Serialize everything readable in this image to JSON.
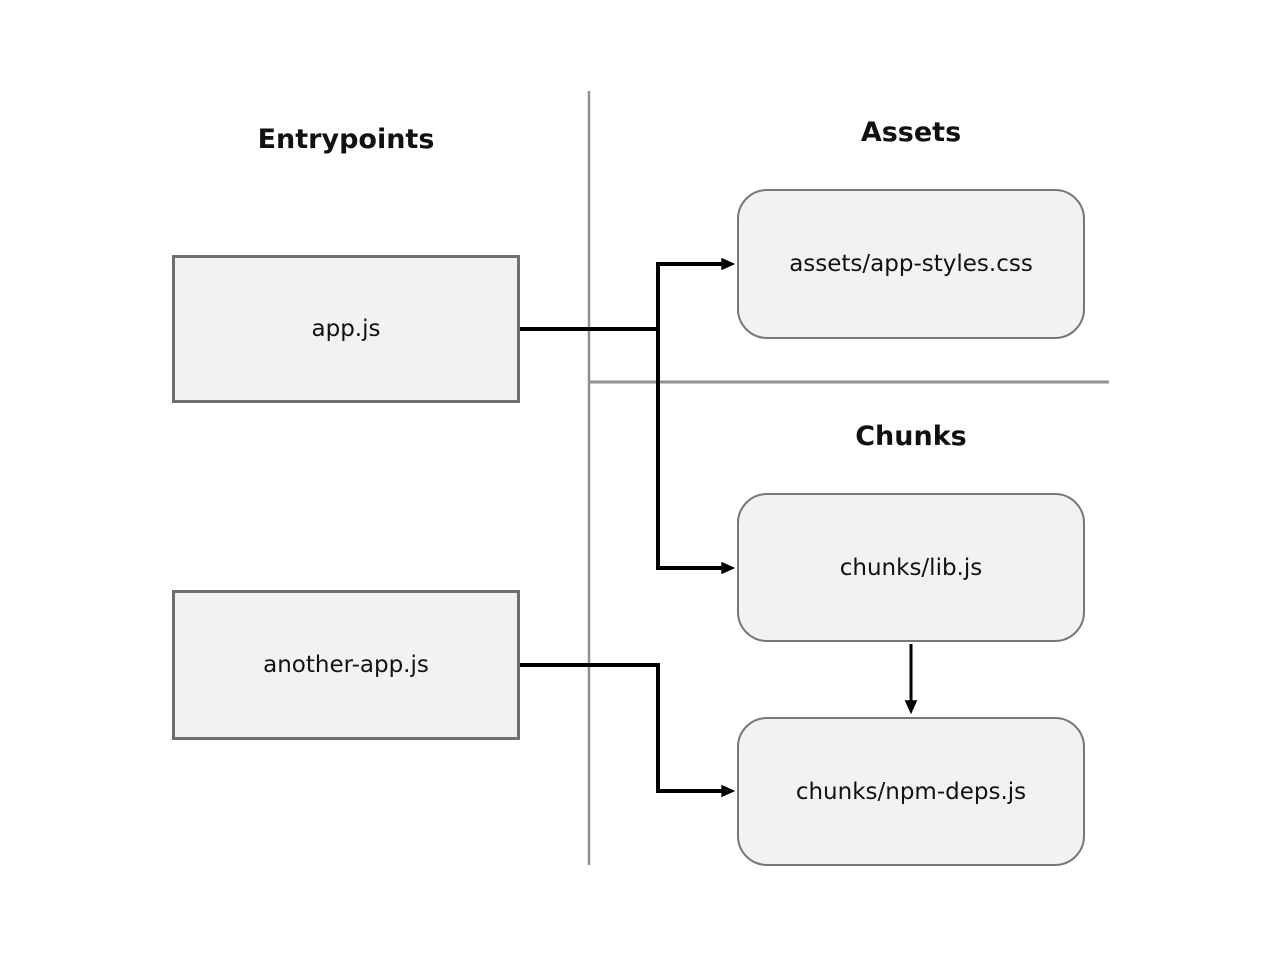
{
  "diagram": {
    "sections": {
      "entrypoints": {
        "title": "Entrypoints"
      },
      "assets": {
        "title": "Assets"
      },
      "chunks": {
        "title": "Chunks"
      }
    },
    "nodes": {
      "app_js": {
        "label": "app.js",
        "section": "entrypoints",
        "shape": "rectangle"
      },
      "another_app_js": {
        "label": "another-app.js",
        "section": "entrypoints",
        "shape": "rectangle"
      },
      "app_styles_css": {
        "label": "assets/app-styles.css",
        "section": "assets",
        "shape": "rounded"
      },
      "lib_js": {
        "label": "chunks/lib.js",
        "section": "chunks",
        "shape": "rounded"
      },
      "npm_deps_js": {
        "label": "chunks/npm-deps.js",
        "section": "chunks",
        "shape": "rounded"
      }
    },
    "edges": [
      {
        "from": "app.js",
        "to": "assets/app-styles.css"
      },
      {
        "from": "app.js",
        "to": "chunks/lib.js"
      },
      {
        "from": "another-app.js",
        "to": "chunks/npm-deps.js"
      },
      {
        "from": "chunks/lib.js",
        "to": "chunks/npm-deps.js"
      }
    ],
    "colors": {
      "node_fill": "#f2f2f2",
      "node_border": "#6f6f6f",
      "divider": "#919191",
      "edge": "#000000",
      "text": "#111111"
    }
  }
}
